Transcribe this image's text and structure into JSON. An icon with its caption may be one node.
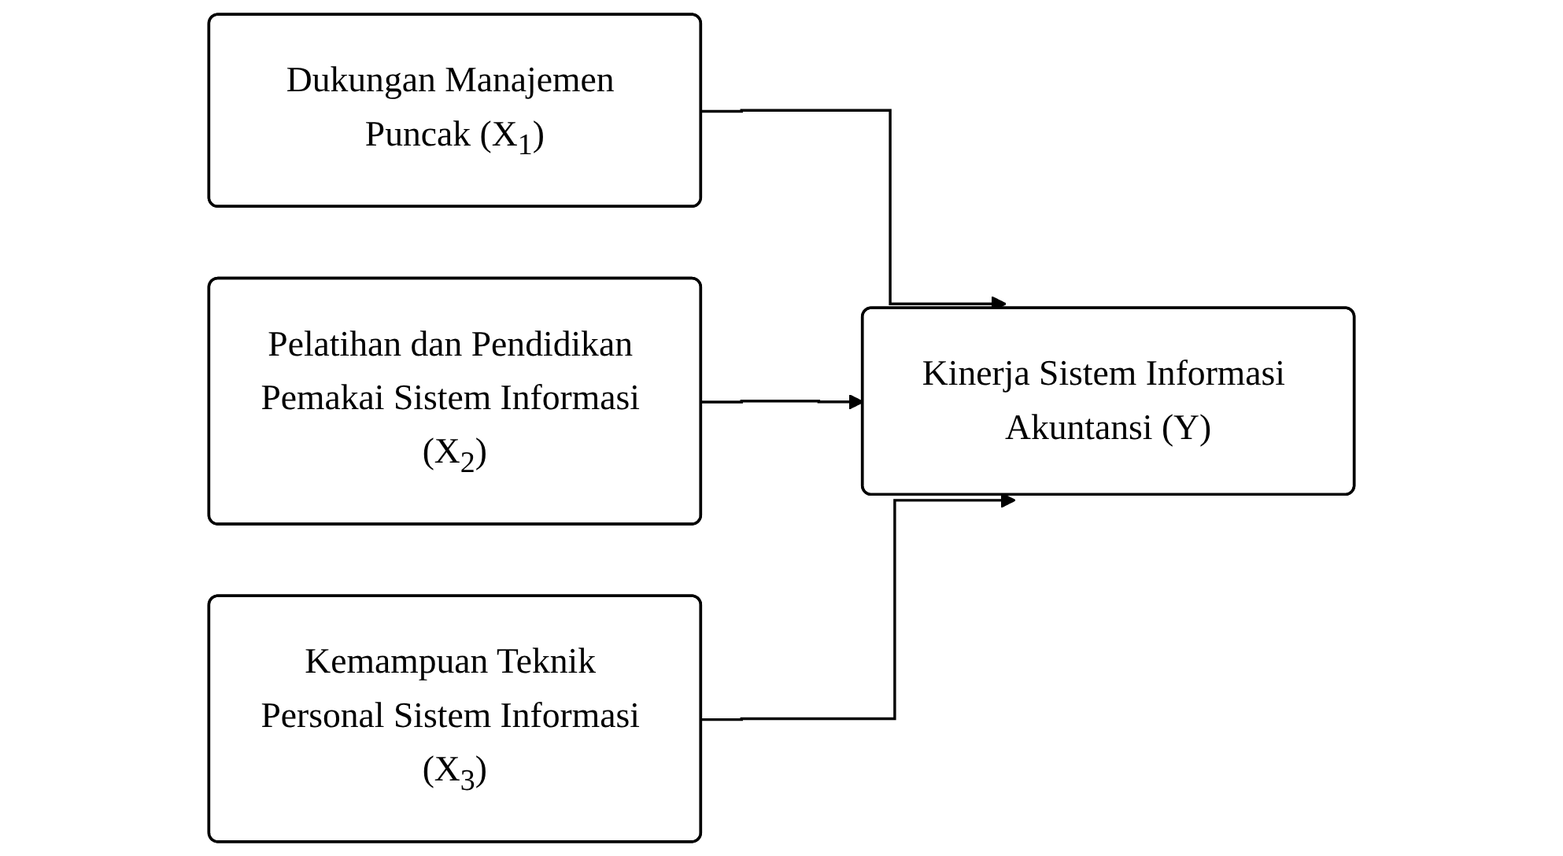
{
  "diagram": {
    "nodes": [
      {
        "text": [
          "Dukungan Manajemen Puncak (X$_{1}$)"
        ]
      },
      {
        "text": [
          "Pelatihan dan Pendidikan Pemakai Sistem Informasi (X$_{2}$)"
        ]
      },
      {
        "text": [
          "Kemampuan Teknik Personal Sistem Informasi (X$_{3}$)"
        ]
      },
      {
        "text": [
          "Kinerja Sistem Informasi Akuntansi (Y)"
        ]
      }
    ],
    "edges": [
      {
        "from": 0,
        "to": 3,
        "arrow": "to"
      },
      {
        "from": 1,
        "to": 3,
        "arrow": "to"
      },
      {
        "from": 2,
        "to": 3,
        "arrow": "to"
      }
    ]
  }
}
